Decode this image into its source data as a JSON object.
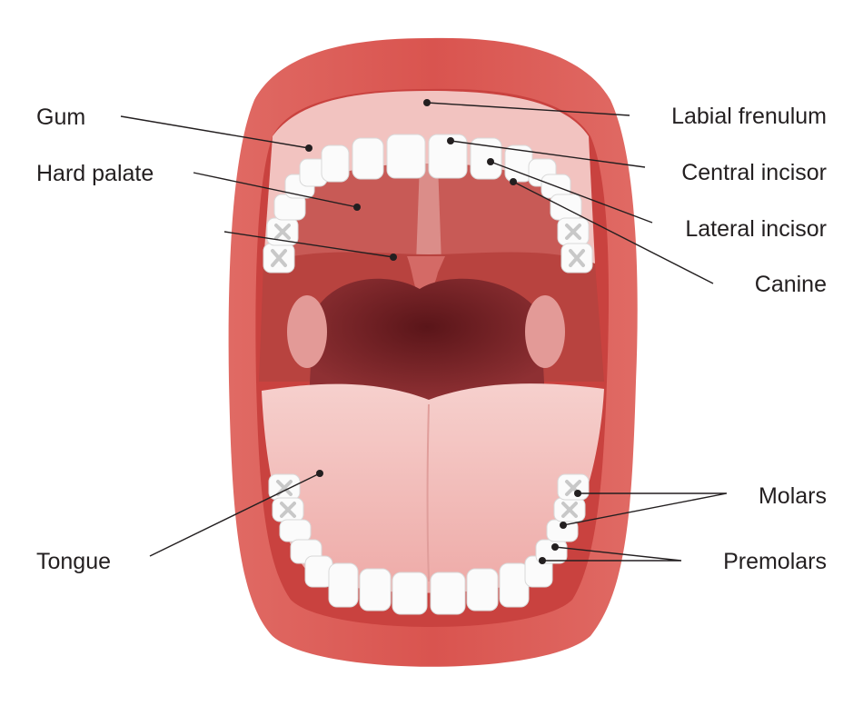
{
  "title": "Mouth anatomy",
  "labels": {
    "gum": "Gum",
    "hard_palate": "Hard palate",
    "tongue": "Tongue",
    "labial_frenulum": "Labial frenulum",
    "central_incisor": "Central incisor",
    "lateral_incisor": "Lateral incisor",
    "canine": "Canine",
    "molars": "Molars",
    "premolars": "Premolars"
  },
  "colors": {
    "lips": "#d9544f",
    "lips_inner": "#c9423f",
    "gum": "#f2c3c0",
    "palate": "#c85a56",
    "throat": "#6e2024",
    "tongue": "#f1b9b6",
    "teeth": "#fbfbfb",
    "text": "#231f20"
  }
}
